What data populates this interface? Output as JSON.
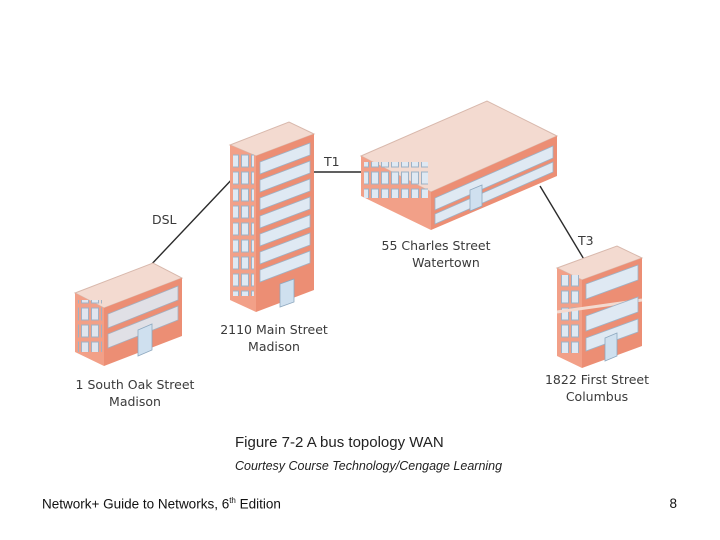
{
  "links": [
    {
      "label": "DSL"
    },
    {
      "label": "T1"
    },
    {
      "label": "T3"
    }
  ],
  "sites": [
    {
      "line1": "1 South Oak Street",
      "line2": "Madison"
    },
    {
      "line1": "2110 Main Street",
      "line2": "Madison"
    },
    {
      "line1": "55 Charles Street",
      "line2": "Watertown"
    },
    {
      "line1": "1822 First Street",
      "line2": "Columbus"
    }
  ],
  "caption": "Figure 7-2 A bus topology WAN",
  "credit": "Courtesy Course Technology/Cengage Learning",
  "footer": {
    "book_prefix": "Network+ Guide to Networks, 6",
    "book_sup": "th",
    "book_suffix": " Edition",
    "page_number": "8"
  },
  "colors": {
    "roof": "#f3dad0",
    "wall": "#f2a088",
    "wall_side": "#ec8e74",
    "window": "#dfe9f3",
    "window_frame": "#9db2c6",
    "line": "#2b2b2b"
  }
}
